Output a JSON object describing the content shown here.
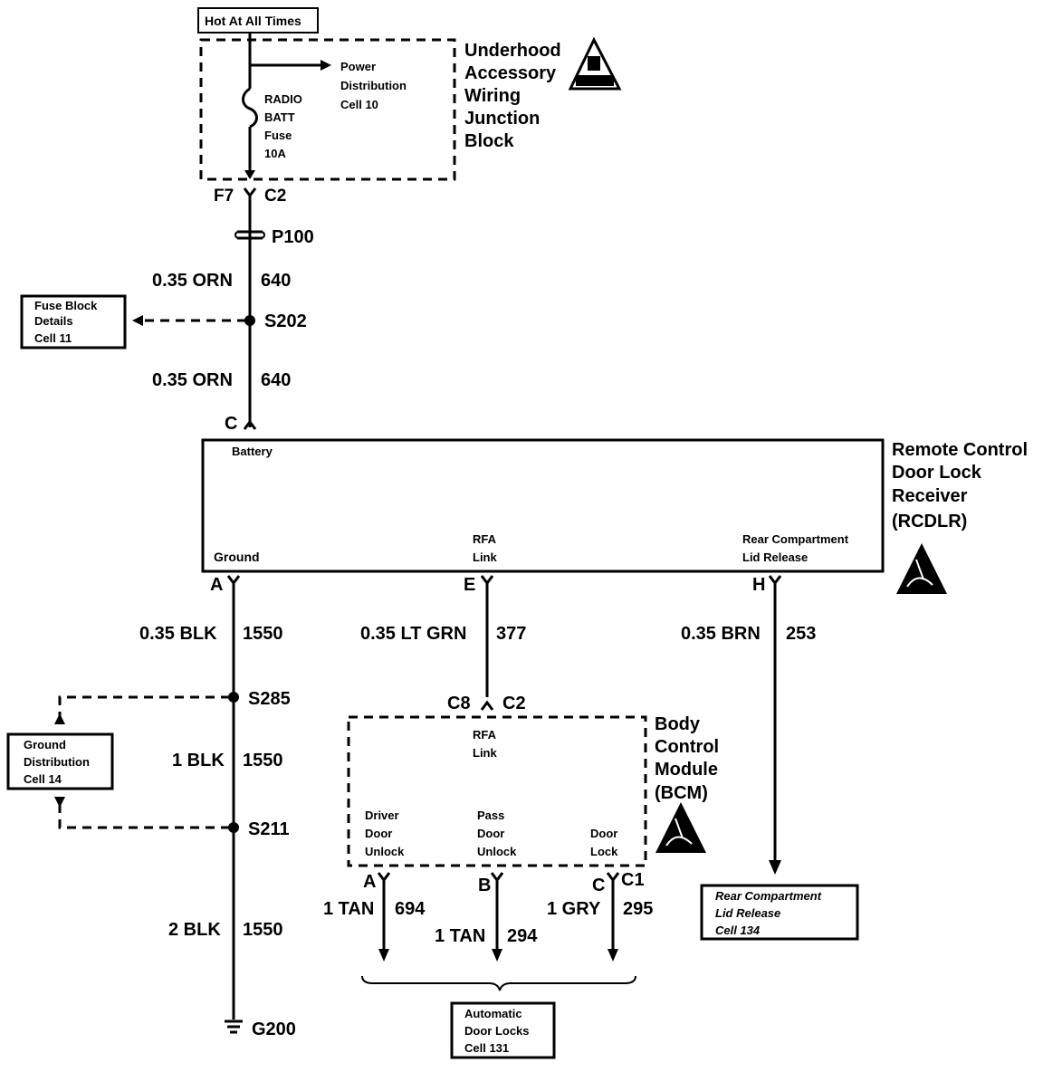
{
  "power": {
    "hot_label": "Hot At All Times",
    "fuse_lines": [
      "RADIO",
      "BATT",
      "Fuse",
      "10A"
    ],
    "power_dist_lines": [
      "Power",
      "Distribution",
      "Cell 10"
    ],
    "junction_block_lines": [
      "Underhood",
      "Accessory",
      "Wiring",
      "Junction",
      "Block"
    ],
    "connector_f7": "F7",
    "connector_c2_top": "C2",
    "p100": "P100",
    "wire_upper_gauge": "0.35 ORN",
    "wire_upper_circuit": "640",
    "splice_s202": "S202",
    "wire_lower_gauge": "0.35 ORN",
    "wire_lower_circuit": "640",
    "pin_c": "C"
  },
  "fuse_block_ref": {
    "lines": [
      "Fuse Block",
      "Details",
      "Cell 11"
    ]
  },
  "rcdlr": {
    "title_lines": [
      "Remote Control",
      "Door Lock",
      "Receiver",
      "(RCDLR)"
    ],
    "battery": "Battery",
    "ground": "Ground",
    "rfa_lines": [
      "RFA",
      "Link"
    ],
    "rear_lines": [
      "Rear Compartment",
      "Lid Release"
    ],
    "pin_a": "A",
    "pin_e": "E",
    "pin_h": "H"
  },
  "ground_wires": {
    "w1_gauge": "0.35 BLK",
    "w1_circuit": "1550",
    "s285": "S285",
    "w2_gauge": "1 BLK",
    "w2_circuit": "1550",
    "s211": "S211",
    "w3_gauge": "2 BLK",
    "w3_circuit": "1550",
    "g200": "G200"
  },
  "ground_dist_ref": {
    "lines": [
      "Ground",
      "Distribution",
      "Cell 14"
    ]
  },
  "rfa_wire": {
    "gauge": "0.35 LT GRN",
    "circuit": "377",
    "c8": "C8",
    "c2": "C2"
  },
  "rear_wire": {
    "gauge": "0.35 BRN",
    "circuit": "253"
  },
  "bcm": {
    "title_lines": [
      "Body",
      "Control",
      "Module",
      "(BCM)"
    ],
    "rfa_lines": [
      "RFA",
      "Link"
    ],
    "driver_lines": [
      "Driver",
      "Door",
      "Unlock"
    ],
    "pass_lines": [
      "Pass",
      "Door",
      "Unlock"
    ],
    "lock_lines": [
      "Door",
      "Lock"
    ],
    "pin_a": "A",
    "pin_b": "B",
    "pin_c": "C",
    "conn_c1": "C1"
  },
  "bcm_outputs": {
    "a_gauge": "1 TAN",
    "a_circuit": "694",
    "b_gauge": "1 TAN",
    "b_circuit": "294",
    "c_gauge": "1 GRY",
    "c_circuit": "295"
  },
  "door_locks_ref": {
    "lines": [
      "Automatic",
      "Door Locks",
      "Cell 131"
    ]
  },
  "rear_ref": {
    "lines": [
      "Rear Compartment",
      "Lid Release",
      "Cell 134"
    ]
  },
  "icons": [
    "obd-ii-warning-icon",
    "esd-sensitive-icon"
  ]
}
